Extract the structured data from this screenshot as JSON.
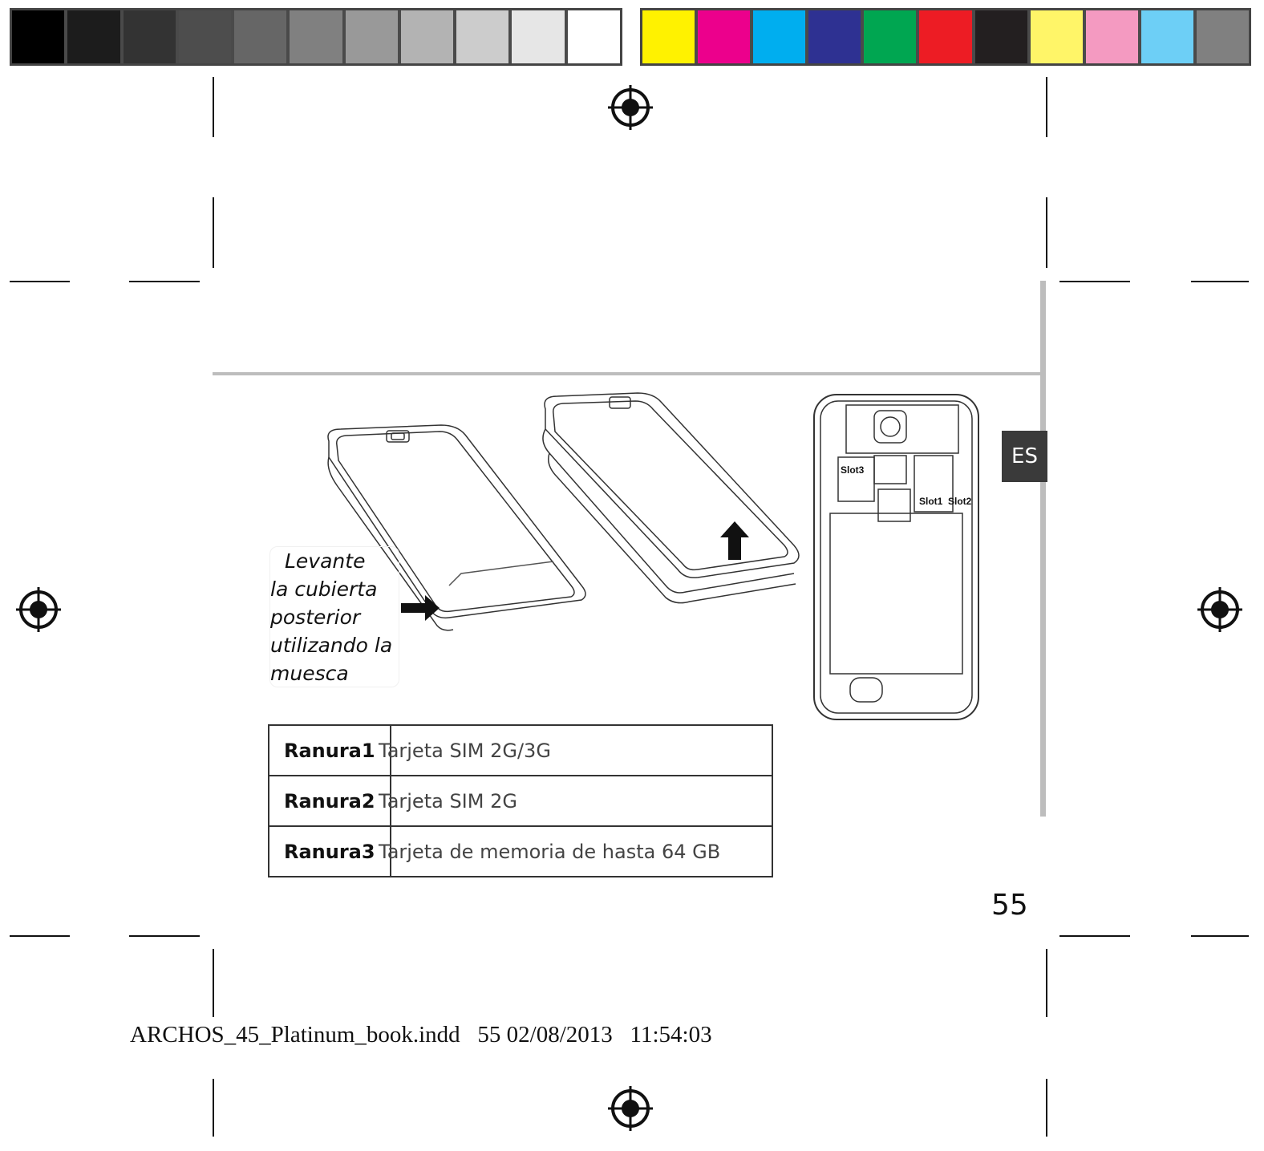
{
  "gray_swatches": [
    "#000000",
    "#1c1c1c",
    "#333333",
    "#4d4d4d",
    "#666666",
    "#808080",
    "#999999",
    "#b3b3b3",
    "#cccccc",
    "#e6e6e6",
    "#ffffff"
  ],
  "color_swatches": [
    "#fff200",
    "#ec008c",
    "#00aeef",
    "#2e3192",
    "#00a651",
    "#ed1c24",
    "#231f20",
    "#fff568",
    "#f49ac1",
    "#6dcff6",
    "#808080"
  ],
  "caption": {
    "line1": "Levante",
    "line2": "la cubierta",
    "line3": "posterior",
    "line4": "utilizando la",
    "line5": "muesca"
  },
  "diagram": {
    "slot3": "Slot3",
    "slot1": "Slot1",
    "slot2": "Slot2"
  },
  "slots_table": [
    {
      "label": "Ranura1",
      "value": "Tarjeta SIM 2G/3G"
    },
    {
      "label": "Ranura2",
      "value": "Tarjeta SIM 2G"
    },
    {
      "label": "Ranura3",
      "value": "Tarjeta de memoria de hasta 64 GB"
    }
  ],
  "language_tab": "ES",
  "page_number": "55",
  "footer_text": "ARCHOS_45_Platinum_book.indd   55 02/08/2013   11:54:03"
}
